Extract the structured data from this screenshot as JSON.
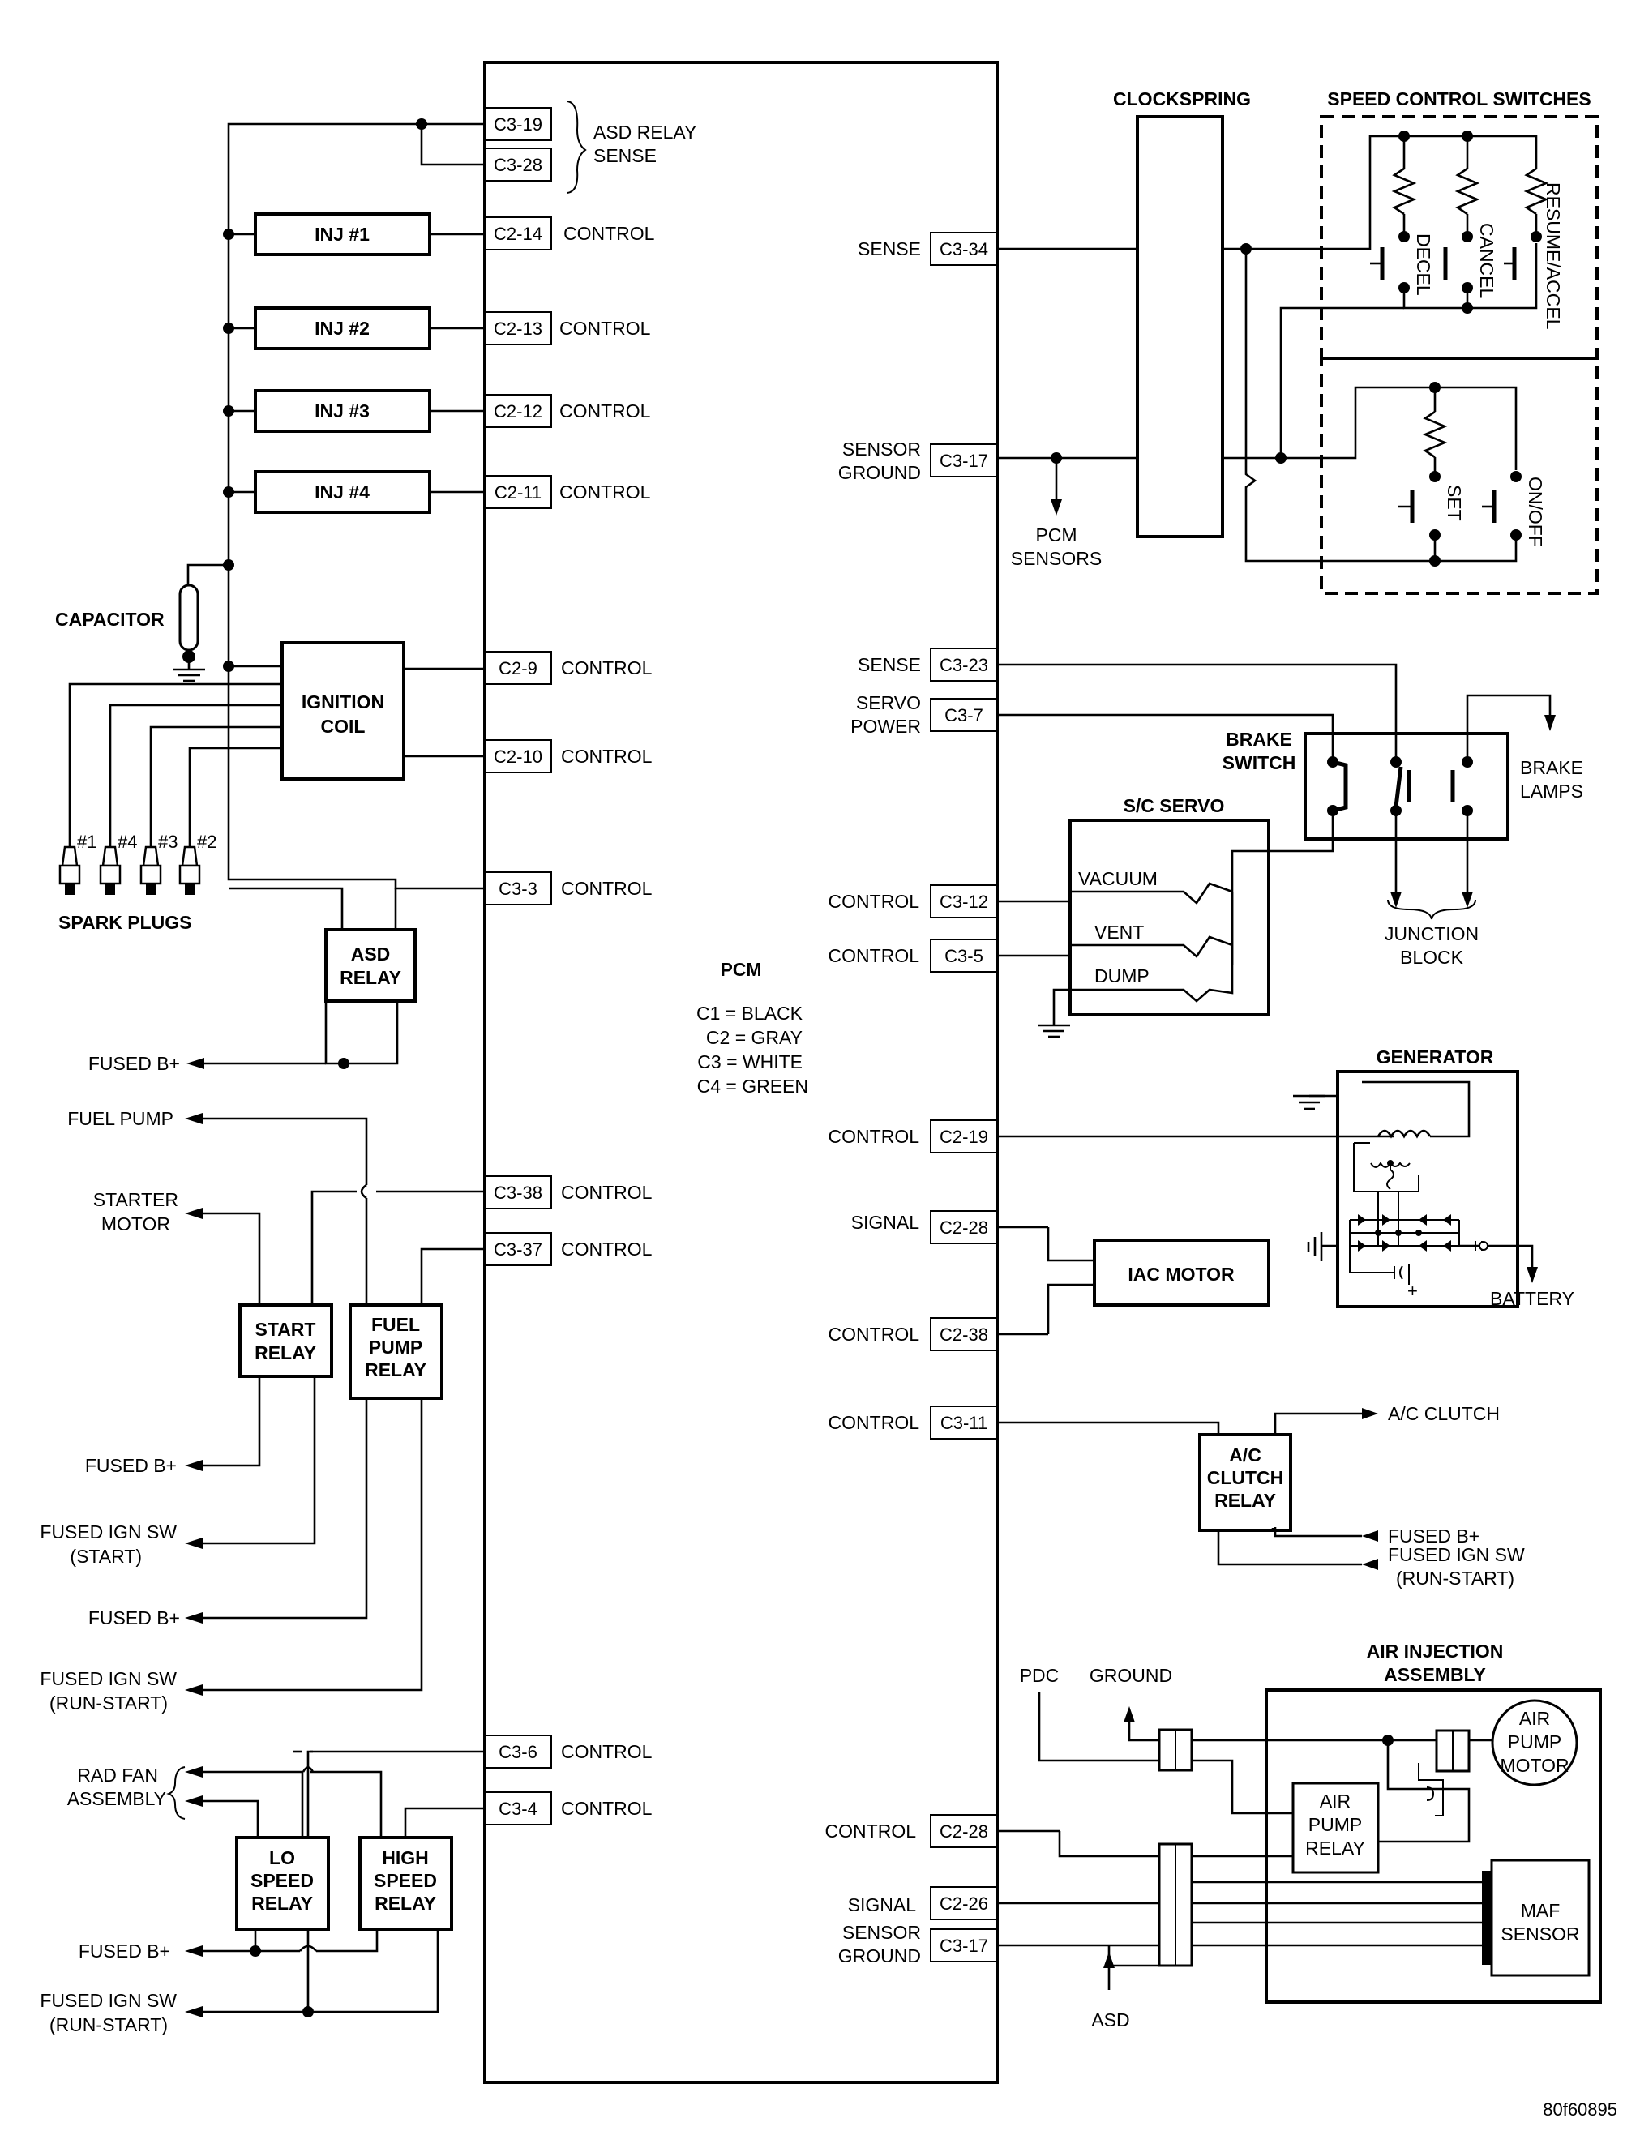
{
  "pcm": {
    "title": "PCM",
    "legend": [
      "C1 = BLACK",
      "C2 = GRAY",
      "C3 = WHITE",
      "C4 = GREEN"
    ]
  },
  "pins": {
    "c3_19": "C3-19",
    "c3_28": "C3-28",
    "c2_14": "C2-14",
    "c2_13": "C2-13",
    "c2_12": "C2-12",
    "c2_11": "C2-11",
    "c2_9": "C2-9",
    "c2_10": "C2-10",
    "c3_3": "C3-3",
    "c3_38": "C3-38",
    "c3_37": "C3-37",
    "c3_6": "C3-6",
    "c3_4": "C3-4",
    "c3_34": "C3-34",
    "c3_17a": "C3-17",
    "c3_23": "C3-23",
    "c3_7": "C3-7",
    "c3_12": "C3-12",
    "c3_5": "C3-5",
    "c2_19": "C2-19",
    "c2_28a": "C2-28",
    "c2_38": "C2-38",
    "c3_11": "C3-11",
    "c2_28b": "C2-28",
    "c2_26": "C2-26",
    "c3_17b": "C3-17"
  },
  "pin_labels": {
    "asd_sense_1": "ASD RELAY",
    "asd_sense_2": "SENSE",
    "control": "CONTROL",
    "sense": "SENSE",
    "sensor": "SENSOR",
    "ground": "GROUND",
    "servo": "SERVO",
    "power": "POWER",
    "signal": "SIGNAL"
  },
  "left": {
    "inj1": "INJ #1",
    "inj2": "INJ #2",
    "inj3": "INJ #3",
    "inj4": "INJ #4",
    "capacitor": "CAPACITOR",
    "ign_coil_1": "IGNITION",
    "ign_coil_2": "COIL",
    "plug1": "#1",
    "plug4": "#4",
    "plug3": "#3",
    "plug2": "#2",
    "spark_plugs": "SPARK PLUGS",
    "asd_relay_1": "ASD",
    "asd_relay_2": "RELAY",
    "fused_b": "FUSED B+",
    "fuel_pump": "FUEL PUMP",
    "starter_1": "STARTER",
    "starter_2": "MOTOR",
    "start_relay_1": "START",
    "start_relay_2": "RELAY",
    "fuel_relay_1": "FUEL",
    "fuel_relay_2": "PUMP",
    "fuel_relay_3": "RELAY",
    "fused_ign": "FUSED IGN SW",
    "start_paren": "(START)",
    "run_start": "(RUN-START)",
    "rad_fan_1": "RAD FAN",
    "rad_fan_2": "ASSEMBLY",
    "lo_1": "LO",
    "lo_2": "SPEED",
    "lo_3": "RELAY",
    "hi_1": "HIGH",
    "hi_2": "SPEED",
    "hi_3": "RELAY"
  },
  "right": {
    "clockspring": "CLOCKSPRING",
    "speed_switches": "SPEED CONTROL SWITCHES",
    "decel": "DECEL",
    "cancel": "CANCEL",
    "resume": "RESUME/ACCEL",
    "set": "SET",
    "onoff": "ON/OFF",
    "pcm_sensors_1": "PCM",
    "pcm_sensors_2": "SENSORS",
    "brake_switch_1": "BRAKE",
    "brake_switch_2": "SWITCH",
    "brake_lamps_1": "BRAKE",
    "brake_lamps_2": "LAMPS",
    "sc_servo": "S/C SERVO",
    "vacuum": "VACUUM",
    "vent": "VENT",
    "dump": "DUMP",
    "junction_1": "JUNCTION",
    "junction_2": "BLOCK",
    "generator": "GENERATOR",
    "battery": "BATTERY",
    "iac_motor": "IAC MOTOR",
    "ac_clutch": "A/C CLUTCH",
    "ac_relay_1": "A/C",
    "ac_relay_2": "CLUTCH",
    "ac_relay_3": "RELAY",
    "fused_b": "FUSED B+",
    "fused_ign": "FUSED IGN SW",
    "run_start": "(RUN-START)",
    "air_inj_1": "AIR INJECTION",
    "air_inj_2": "ASSEMBLY",
    "pdc": "PDC",
    "ground": "GROUND",
    "air_pump_motor_1": "AIR",
    "air_pump_motor_2": "PUMP",
    "air_pump_motor_3": "MOTOR",
    "air_pump_relay_1": "AIR",
    "air_pump_relay_2": "PUMP",
    "air_pump_relay_3": "RELAY",
    "maf_1": "MAF",
    "maf_2": "SENSOR",
    "asd": "ASD"
  },
  "figure_code": "80f60895"
}
